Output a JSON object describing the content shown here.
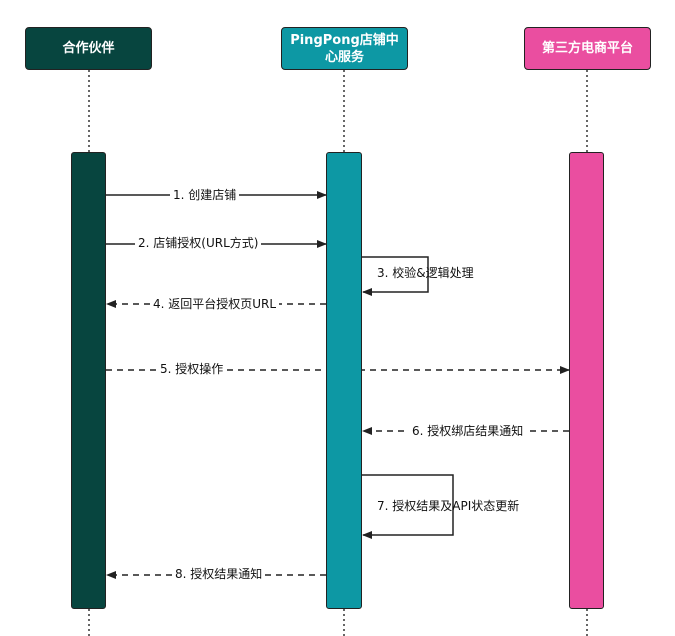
{
  "actors": {
    "partner": {
      "label": "合作伙伴",
      "color": "#07453f"
    },
    "service": {
      "label": "PingPong店铺中心服务",
      "color": "#0d98a4"
    },
    "platform": {
      "label": "第三方电商平台",
      "color": "#ea4ea0"
    }
  },
  "messages": [
    {
      "label": "1. 创建店铺",
      "style": "solid"
    },
    {
      "label": "2. 店铺授权(URL方式)",
      "style": "solid"
    },
    {
      "label": "3. 校验&逻辑处理",
      "style": "solid"
    },
    {
      "label": "4. 返回平台授权页URL",
      "style": "dashed"
    },
    {
      "label": "5. 授权操作",
      "style": "dashed"
    },
    {
      "label": "6. 授权绑店结果通知",
      "style": "dashed"
    },
    {
      "label": "7. 授权结果及API状态更新",
      "style": "solid"
    },
    {
      "label": "8. 授权结果通知",
      "style": "dashed"
    }
  ]
}
